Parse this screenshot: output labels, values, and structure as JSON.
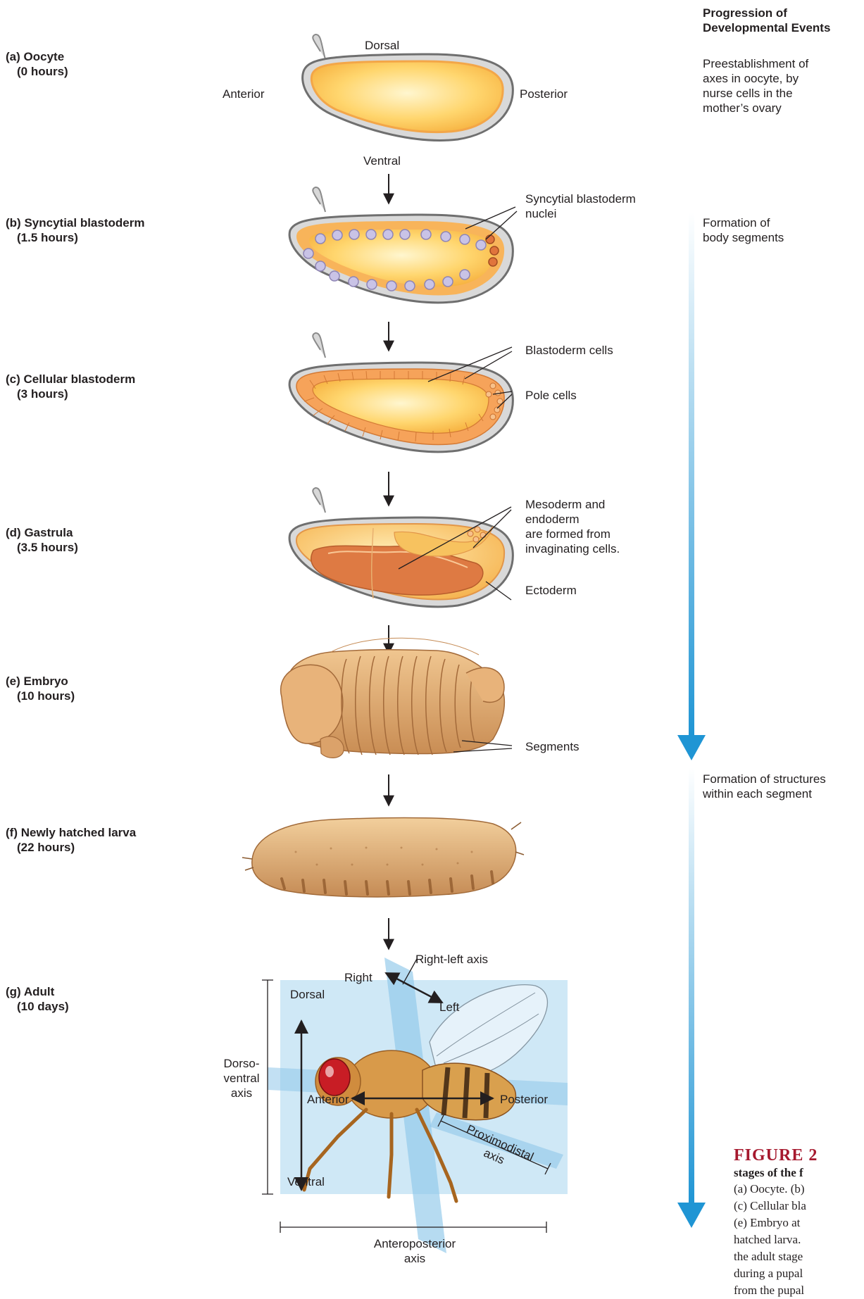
{
  "stages": [
    {
      "letter": "(a)",
      "name": "Oocyte",
      "time": "(0 hours)"
    },
    {
      "letter": "(b)",
      "name": "Syncytial blastoderm",
      "time": "(1.5 hours)"
    },
    {
      "letter": "(c)",
      "name": "Cellular blastoderm",
      "time": "(3 hours)"
    },
    {
      "letter": "(d)",
      "name": "Gastrula",
      "time": "(3.5 hours)"
    },
    {
      "letter": "(e)",
      "name": "Embryo",
      "time": "(10 hours)"
    },
    {
      "letter": "(f)",
      "name": "Newly hatched larva",
      "time": "(22 hours)"
    },
    {
      "letter": "(g)",
      "name": "Adult",
      "time": "(10 days)"
    }
  ],
  "oocyte_axes": {
    "dorsal": "Dorsal",
    "ventral": "Ventral",
    "anterior": "Anterior",
    "posterior": "Posterior"
  },
  "callouts": {
    "syncytial_nuclei": [
      "Syncytial blastoderm",
      "nuclei"
    ],
    "blastoderm_cells": "Blastoderm cells",
    "pole_cells": "Pole cells",
    "mesoderm": [
      "Mesoderm and",
      "endoderm",
      "are formed from",
      "invaginating cells."
    ],
    "ectoderm": "Ectoderm",
    "segments": "Segments"
  },
  "adult_axes": {
    "right_left_axis": "Right-left axis",
    "right": "Right",
    "left": "Left",
    "dorsal": "Dorsal",
    "ventral": "Ventral",
    "anterior": "Anterior",
    "posterior": "Posterior",
    "dorsoventral": [
      "Dorso-",
      "ventral",
      "axis"
    ],
    "proximodistal": [
      "Proximodistal",
      "axis"
    ],
    "anteroposterior": [
      "Anteroposterior",
      "axis"
    ]
  },
  "progression": {
    "heading": [
      "Progression of",
      "Developmental Events"
    ],
    "events": [
      [
        "Preestablishment of",
        "axes in oocyte, by",
        "nurse cells in the",
        "mother’s ovary"
      ],
      [
        "Formation of",
        "body segments"
      ],
      [
        "Formation of structures",
        "within each segment"
      ]
    ]
  },
  "caption": {
    "title": "FIGURE 2",
    "subtitle": "stages of the f",
    "lines": [
      "(a) Oocyte. (b)",
      "(c) Cellular bla",
      "(e) Embryo at",
      "hatched larva.",
      "the adult stage",
      "during a pupal",
      "from the pupal"
    ]
  },
  "colors": {
    "yolk": "#ffcf6a",
    "membrane": "#f5a04e",
    "shell": "#9a9a9a",
    "progress_arrow": "#2a9ad6",
    "caption_red": "#a6192e"
  }
}
